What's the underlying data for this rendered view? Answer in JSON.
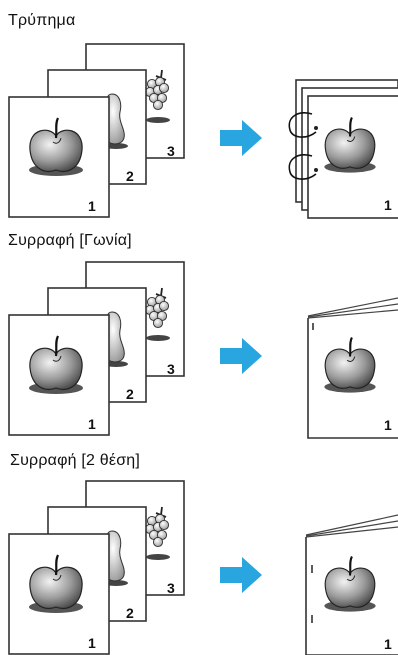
{
  "sections": [
    {
      "title": "Τρύπημα",
      "mode": "punch",
      "source_pages": [
        "1",
        "2",
        "3"
      ],
      "result_page": "1"
    },
    {
      "title": "Συρραφή [Γωνία]",
      "mode": "staple-corner",
      "source_pages": [
        "1",
        "2",
        "3"
      ],
      "result_page": "1"
    },
    {
      "title": "Συρραφή [2 θέση]",
      "mode": "staple-two-position",
      "source_pages": [
        "1",
        "2",
        "3"
      ],
      "result_page": "1"
    }
  ],
  "colors": {
    "arrow": "#29a6e0",
    "outline": "#333333",
    "shadow": "#555555"
  },
  "icons": [
    "apple-icon",
    "pear-icon",
    "grapes-icon",
    "arrow-right-icon",
    "ring-binding-icon",
    "staple-icon"
  ]
}
